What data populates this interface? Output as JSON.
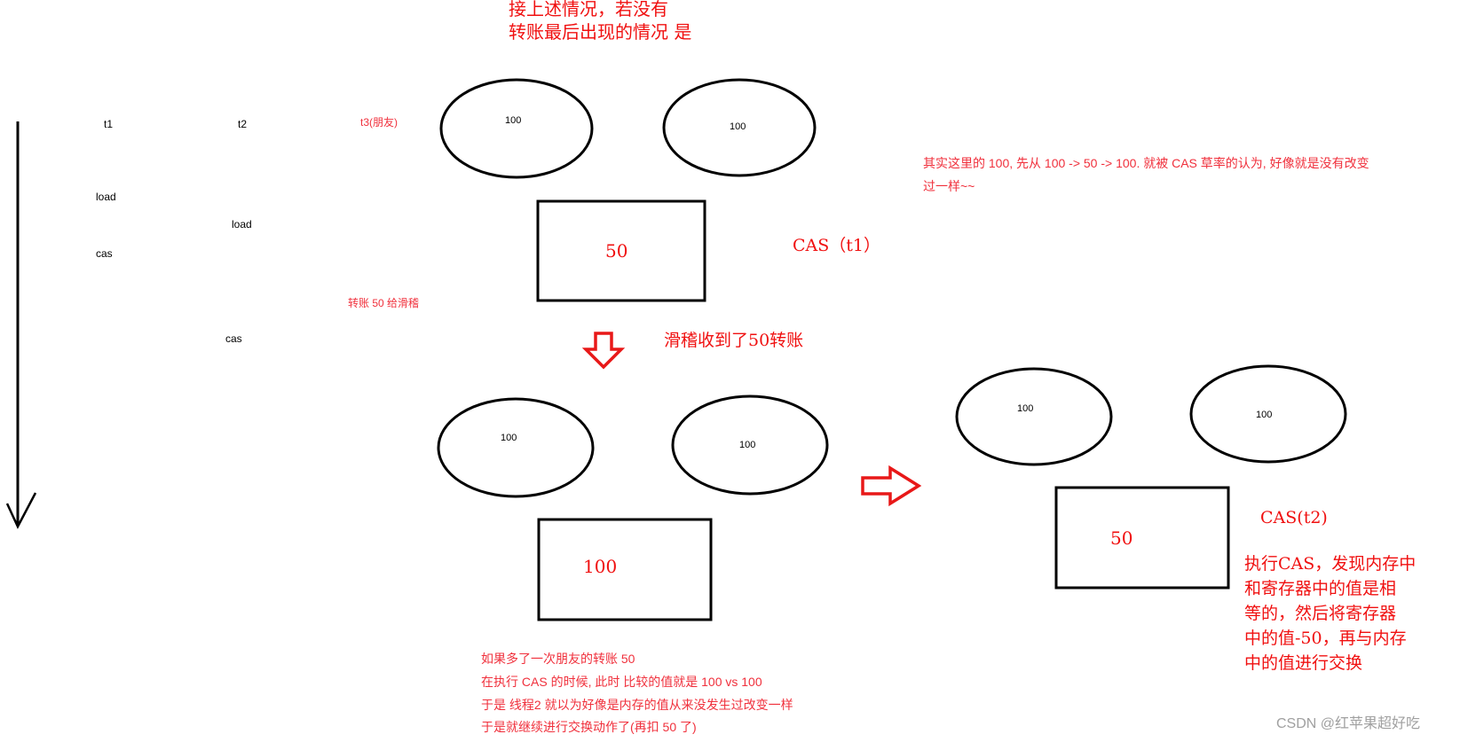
{
  "heading": [
    "接上述情况，若没有",
    "转账最后出现的情况 是"
  ],
  "timeline": {
    "threads": [
      "t1",
      "t2",
      "t3(朋友)"
    ],
    "t1_steps": [
      "load",
      "cas"
    ],
    "t2_steps": [
      "load",
      "cas"
    ],
    "t3_step": "转账 50 给滑稽"
  },
  "stage1": {
    "mem1": "100",
    "mem2": "100",
    "register": "50",
    "label": "CAS（t1）"
  },
  "transition_label": "滑稽收到了50转账",
  "stage2": {
    "mem1": "100",
    "mem2": "100",
    "register": "100"
  },
  "stage3": {
    "mem1": "100",
    "mem2": "100",
    "register": "50",
    "label": "CAS(t2)",
    "description": [
      "执行CAS，发现内存中",
      "和寄存器中的值是相",
      "等的，然后将寄存器",
      "中的值-50，再与内存",
      "中的值进行交换"
    ]
  },
  "note_top_right": [
    "其实这里的 100, 先从 100 -> 50 -> 100. 就被 CAS 草率的认为, 好像就是没有改变",
    "过一样~~"
  ],
  "note_bottom": [
    "如果多了一次朋友的转账 50",
    "在执行 CAS 的时候, 此时 比较的值就是 100 vs 100",
    "于是 线程2 就以为好像是内存的值从来没发生过改变一样",
    "于是就继续进行交换动作了(再扣 50 了)"
  ],
  "watermark": "CSDN @红苹果超好吃",
  "colors": {
    "accent": "#f01010",
    "note": "#f0303c",
    "stroke": "#000000"
  }
}
